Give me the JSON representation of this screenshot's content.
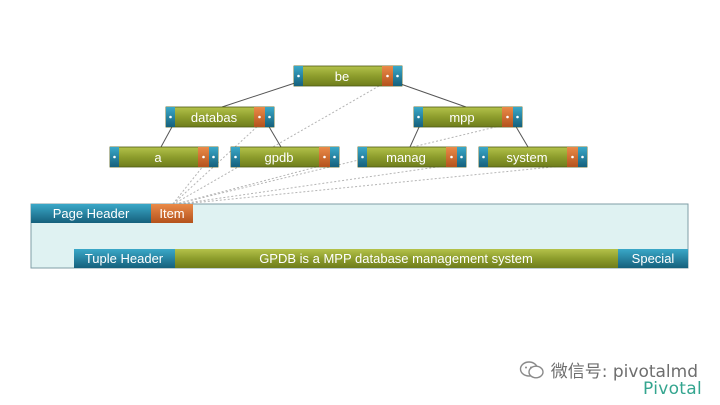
{
  "tree": {
    "root": "be",
    "level2": [
      "databas",
      "mpp"
    ],
    "level3": [
      "a",
      "gpdb",
      "manag",
      "system"
    ]
  },
  "page": {
    "page_header": "Page Header",
    "item": "Item",
    "tuple_header": "Tuple Header",
    "content": "GPDB is a MPP database management system",
    "special": "Special"
  },
  "watermark": {
    "text": "微信号: pivotalmd"
  },
  "brand": {
    "text": "Pivotal"
  },
  "colors": {
    "node_green": "#8a9a2a",
    "node_blue": "#1e7fa0",
    "node_orange": "#d06a2a",
    "page_fill": "#dff2f2",
    "header_blue": "#1b6f8e"
  }
}
